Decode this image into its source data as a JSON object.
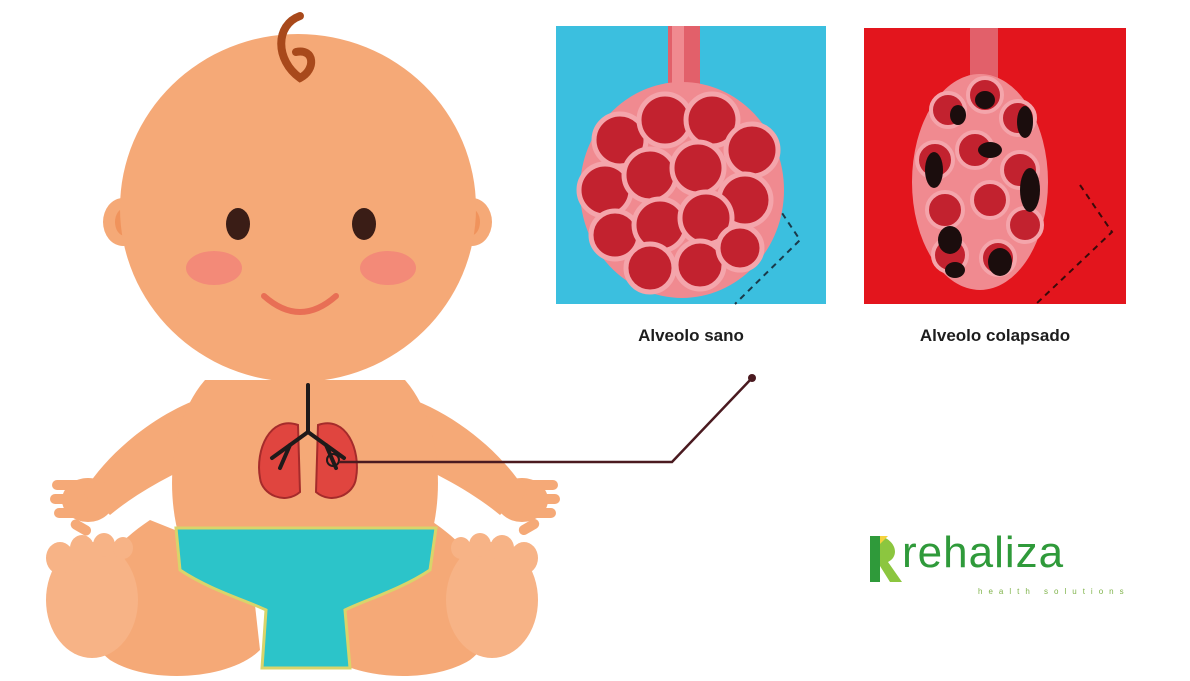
{
  "panels": {
    "healthy": {
      "label": "Alveolo sano",
      "bg_color": "#3bbfdf"
    },
    "collapsed": {
      "label": "Alveolo colapsado",
      "bg_color": "#e3151d"
    }
  },
  "logo": {
    "name": "rehaliza",
    "tagline": "health solutions",
    "color": "#2f9a3a"
  },
  "colors": {
    "skin": "#f5a977",
    "diaper": "#2cc4c9",
    "lungs": "#e0453f",
    "alveolus": "#e2606a"
  }
}
